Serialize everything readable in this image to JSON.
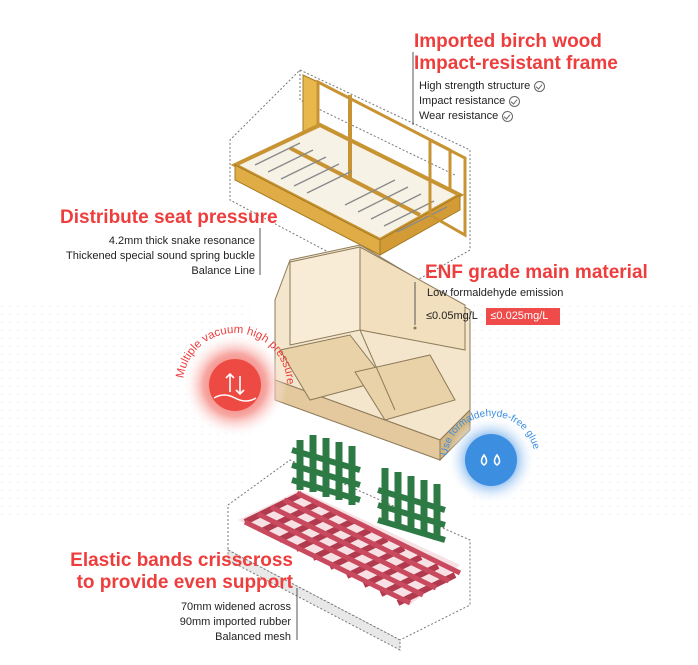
{
  "colors": {
    "accent_red": "#ee3d3d",
    "wood_frame": "#d9a640",
    "board": "#efdcbc",
    "mesh_red": "#b23a4e",
    "band_green": "#2e7a44",
    "badge_blue": "#3b8ee0"
  },
  "frame_section": {
    "title_line1": "Imported birch wood",
    "title_line2": "Impact-resistant frame",
    "features": [
      {
        "label": "High strength structure",
        "icon": "check-circle-icon"
      },
      {
        "label": "Impact resistance",
        "icon": "check-circle-icon"
      },
      {
        "label": "Wear resistance",
        "icon": "check-circle-icon"
      }
    ]
  },
  "seat_section": {
    "title": "Distribute seat pressure",
    "lines": [
      "4.2mm thick snake resonance",
      "Thickened special sound spring buckle",
      "Balance Line"
    ]
  },
  "material_section": {
    "title": "ENF grade main material",
    "subtitle": "Low formaldehyde emission",
    "standard_value": "≤0.05mg/L",
    "enf_value": "≤0.025mg/L"
  },
  "vacuum_badge": {
    "text": "Multiple vacuum high pressure",
    "icon": "arrows-up-down-icon"
  },
  "glue_badge": {
    "text": "Use formaldehyde-free glue",
    "icon": "water-drops-icon"
  },
  "bands_section": {
    "title_line1": "Elastic bands crisscross",
    "title_line2": "to provide even support",
    "lines": [
      "70mm widened across",
      "90mm imported rubber",
      "Balanced mesh"
    ]
  }
}
